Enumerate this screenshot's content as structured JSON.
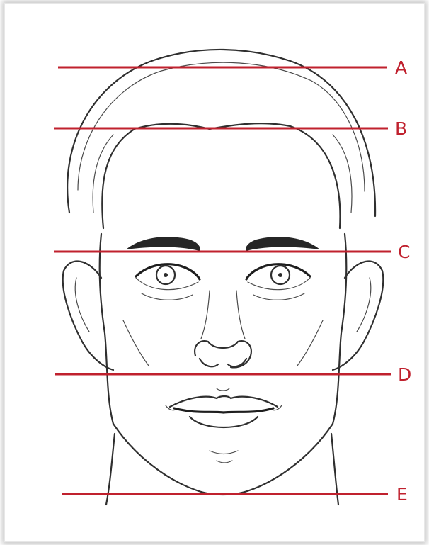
{
  "guides": [
    {
      "label": "A"
    },
    {
      "label": "B"
    },
    {
      "label": "C"
    },
    {
      "label": "D"
    },
    {
      "label": "E"
    }
  ],
  "colors": {
    "guide_line": "#c0212e",
    "guide_label": "#c0212e",
    "sketch": "#2f2f2f"
  }
}
